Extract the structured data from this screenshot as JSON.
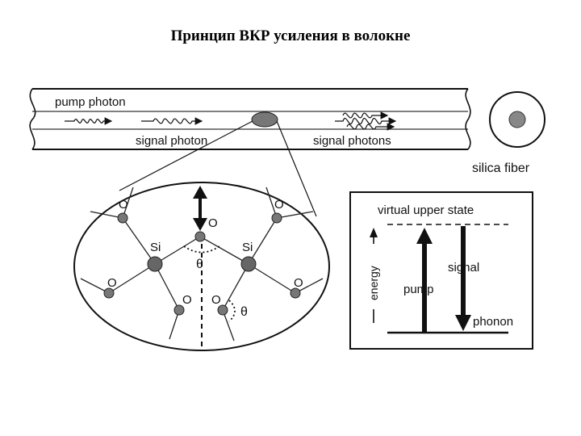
{
  "title": "Принцип ВКР усиления в волокне",
  "fiber": {
    "pump_label": "pump photon",
    "signal_label": "signal photon",
    "signals_label": "signal photons",
    "cross_section_label": "silica fiber"
  },
  "molecule": {
    "atoms": {
      "o_top_left": "O",
      "o_top_right": "O",
      "o_center": "O",
      "si_left": "Si",
      "si_right": "Si",
      "o_left": "O",
      "o_right": "O",
      "o_bottom_left": "O",
      "o_bottom_right": "O"
    },
    "angle_center": "θ",
    "angle_right": "θ"
  },
  "energy_diagram": {
    "virtual_state": "virtual upper state",
    "energy_axis": "energy",
    "pump": "pump",
    "signal": "signal",
    "phonon": "phonon"
  }
}
